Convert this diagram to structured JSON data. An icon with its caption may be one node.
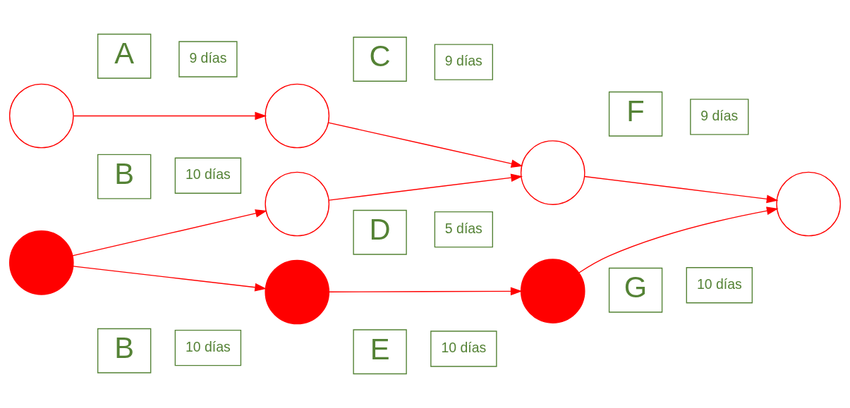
{
  "diagram": {
    "nodes": [
      {
        "text": [],
        "shape": "circle"
      },
      {
        "text": [
          "A"
        ]
      },
      {
        "text": [
          "9 días"
        ]
      },
      {
        "text": [],
        "shape": "circle"
      },
      {
        "text": [
          "C"
        ]
      },
      {
        "text": [
          "9 días"
        ]
      },
      {
        "text": [],
        "shape": "circle"
      },
      {
        "text": [
          "F"
        ]
      },
      {
        "text": [
          "9 días"
        ]
      },
      {
        "text": [],
        "shape": "circle"
      },
      {
        "text": [
          "B"
        ]
      },
      {
        "text": [
          "10 días"
        ]
      },
      {
        "text": [],
        "shape": "circle"
      },
      {
        "text": [
          "D"
        ]
      },
      {
        "text": [
          "5 días"
        ]
      },
      {
        "text": [
          "G"
        ]
      },
      {
        "text": [
          "10 días"
        ]
      },
      {
        "text": [],
        "shape": "circle"
      },
      {
        "text": [],
        "shape": "circle"
      },
      {
        "text": [],
        "shape": "circle"
      },
      {
        "text": [
          "E"
        ]
      },
      {
        "text": [
          "10 días"
        ]
      },
      {
        "text": [
          "B"
        ]
      },
      {
        "text": [
          "10 días"
        ]
      }
    ],
    "edges": [
      {
        "from": 0,
        "to": 3,
        "arrow": "to"
      },
      {
        "from": 3,
        "to": 6,
        "arrow": "to"
      },
      {
        "from": 6,
        "to": 9,
        "arrow": "to"
      },
      {
        "from": 12,
        "to": 6,
        "arrow": "to"
      },
      {
        "from": 17,
        "to": 12,
        "arrow": "to"
      },
      {
        "from": 17,
        "to": 18,
        "arrow": "to"
      },
      {
        "from": 18,
        "to": 19,
        "arrow": "to"
      },
      {
        "from": 19,
        "to": 9,
        "arrow": "to"
      }
    ]
  }
}
